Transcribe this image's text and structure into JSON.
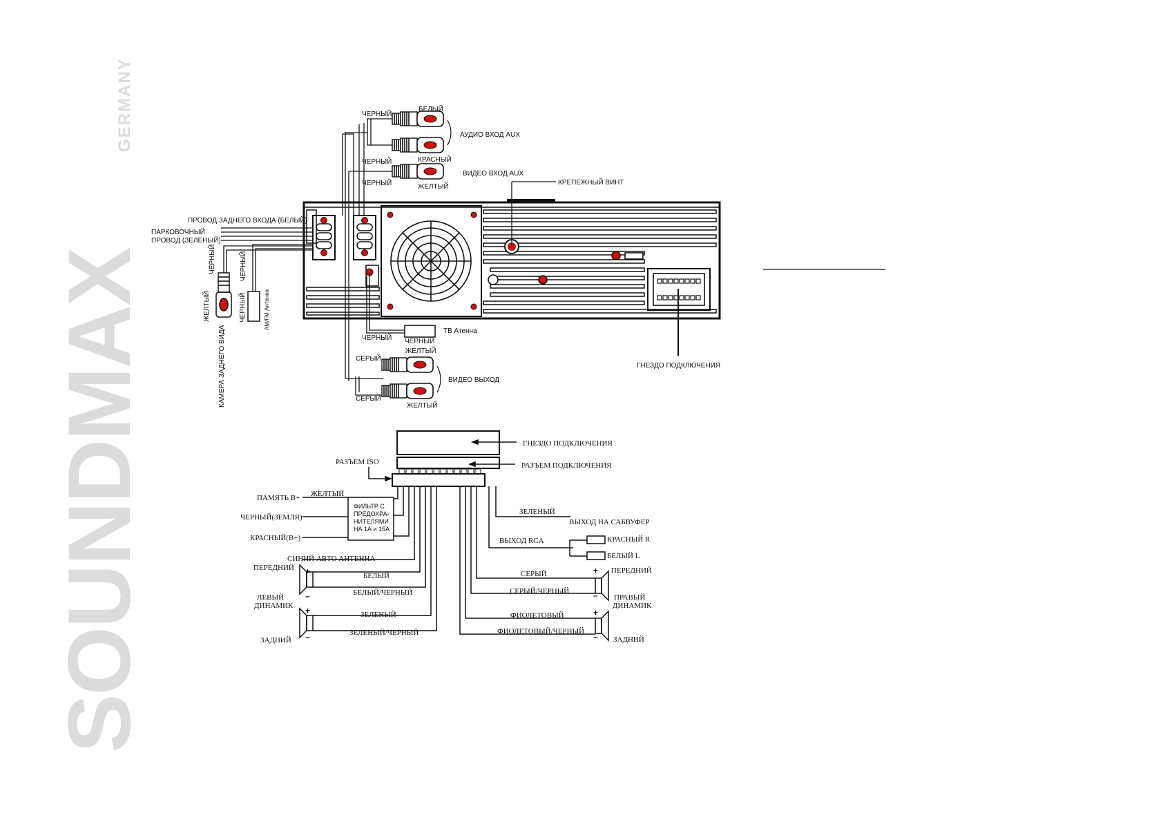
{
  "brand": {
    "name": "SOUNDMAX",
    "sub": "GERMANY",
    "color": "#dcdcdc"
  },
  "colors": {
    "line": "#111111",
    "accent": "#d01010"
  },
  "top_diagram": {
    "rca_top": {
      "black1": "ЧЕРНЫЙ",
      "white": "БЕЛЫЙ",
      "audio_in": "АУДИО ВХОД AUX",
      "black2": "ЧЕРНЫЙ",
      "red": "КРАСНЫЙ",
      "black3": "ЧЕРНЫЙ",
      "video_in": "ВИДЕО ВХОД AUX",
      "yellow": "ЖЕЛТЫЙ"
    },
    "screw": "КРЕПЕЖНЫЙ ВИНТ",
    "rear_in": "ПРОВОД ЗАДНЕГО ВХОДА (БЕЛЫЙ)",
    "parking1": "ПАРКОВОЧНЫЙ",
    "parking2": "ПРОВОД (ЗЕЛЕНЫЙ)",
    "left_vertical": {
      "black_a": "ЧЕРНЫЙ",
      "black_b": "ЧЕРНЫЙ",
      "yellow": "ЖЕЛТЫЙ",
      "black_c": "ЧЕРНЫЙ",
      "amfm": "АМ/FM Антенна",
      "camera": "КАМЕРА ЗАДНЕГО ВИДА"
    },
    "tv_antenna": "ТВ Атенна",
    "black_tv1": "ЧЕРНЫЙ",
    "black_tv2": "ЧЕРНЫЙ",
    "socket": "ГНЕЗДО ПОДКЛЮЧЕНИЯ",
    "video_out": {
      "yellow1": "ЖЕЛТЫЙ",
      "grey1": "СЕРЫЙ",
      "label": "ВИДЕО ВЫХОД",
      "grey2": "СЕРЫЙ",
      "yellow2": "ЖЕЛТЫЙ"
    }
  },
  "bottom_diagram": {
    "socket": "ГНЕЗДО ПОДКЛЮЧЕНИЯ",
    "connector": "РАЗЪЕМ ПОДКЛЮЧЕНИЯ",
    "iso": "РАЗЪЕМ ISO",
    "yellow": "ЖЕЛТЫЙ",
    "memory": "ПАМЯТЬ B+",
    "ground": "ЧЕРНЫЙ(ЗЕМЛЯ)",
    "red_b": "КРАСНЫЙ(B+)",
    "filter": [
      "ФИЛЬТР С",
      "ПРЕДОХРА-",
      "НИТЕЛЯМИ",
      "НА 1А и 15А"
    ],
    "green": "ЗЕЛЕНЫЙ",
    "subwoofer": "ВЫХОД НА САБВУФЕР",
    "rca_out": "ВЫХОД RCA",
    "red_r": "КРАСНЫЙ R",
    "white_l": "БЕЛЫЙ L",
    "blue_ant": "СИНИЙ АВТО АНТЕННА",
    "front_l": "ПЕРЕДНИЙ",
    "white_w": "БЕЛЫЙ",
    "white_black": "БЕЛЫЙ/ЧЕРНЫЙ",
    "left_spk1": "ЛЕВЫЙ",
    "left_spk2": "ДИНАМИК",
    "green_w": "ЗЕЛЕНЫЙ",
    "green_black": "ЗЕЛЕНЫЙ/ЧЕРНЫЙ",
    "rear_l": "ЗАДНИЙ",
    "grey_w": "СЕРЫЙ",
    "grey_black": "СЕРЫЙ/ЧЕРНЫЙ",
    "front_r": "ПЕРЕДНИЙ",
    "right_spk1": "ПРАВЫЙ",
    "right_spk2": "ДИНАМИК",
    "violet": "ФИОЛЕТОВЫЙ",
    "violet_black": "ФИОЛЕТОВЫЙ/ЧЕРНЫЙ",
    "rear_r": "ЗАДНИЙ",
    "plus": "+",
    "minus": "–"
  }
}
